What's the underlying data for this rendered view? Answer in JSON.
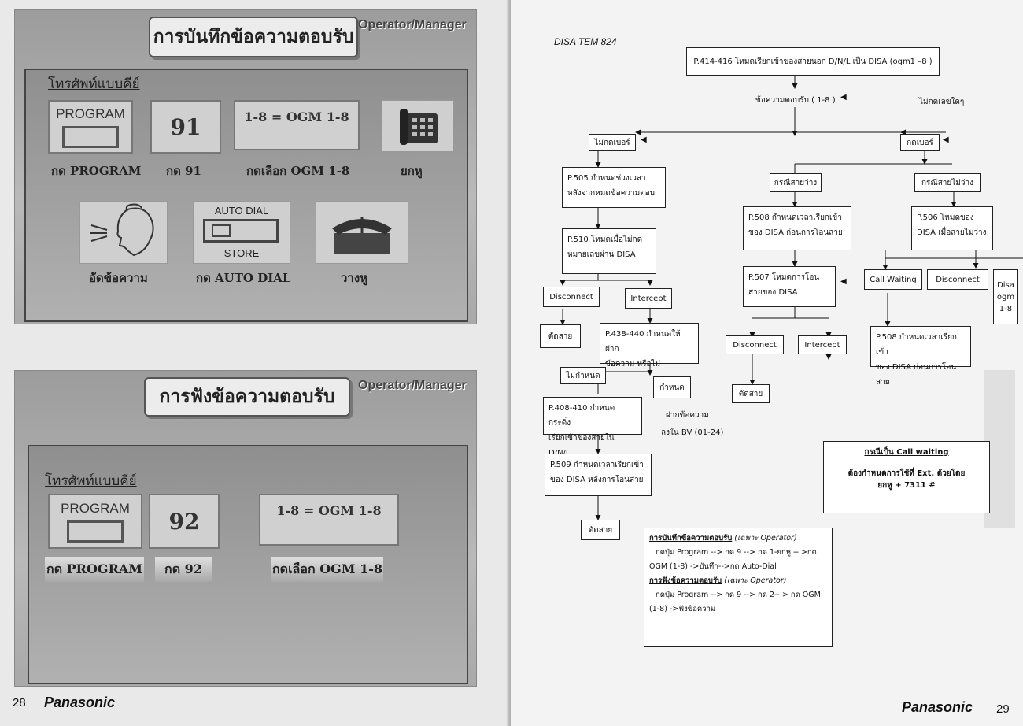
{
  "left": {
    "slide1": {
      "title": "การบันทึกข้อความตอบรับ",
      "role": "Operator/Manager",
      "phone_type": "โทรศัพท์แบบคีย์",
      "keys": {
        "program": "PROGRAM",
        "code": "91",
        "ogm": "1-8 = OGM 1-8"
      },
      "captions": [
        "กด PROGRAM",
        "กด 91",
        "กดเลือก OGM 1-8",
        "ยกหู"
      ],
      "autodial_top": "AUTO DIAL",
      "autodial_bottom": "STORE",
      "captions2": [
        "อัดข้อความ",
        "กด AUTO DIAL",
        "วางหู"
      ]
    },
    "slide2": {
      "title": "การฟังข้อความตอบรับ",
      "role": "Operator/Manager",
      "phone_type": "โทรศัพท์แบบคีย์",
      "keys": {
        "program": "PROGRAM",
        "code": "92",
        "ogm": "1-8  = OGM 1-8"
      },
      "captions": [
        "กด PROGRAM",
        "กด 92",
        "กดเลือก OGM 1-8"
      ]
    },
    "page_number": "28",
    "brand": "Panasonic"
  },
  "right": {
    "heading": "DISA TEM 824",
    "nodes": {
      "p414": "P.414-416 โหมดเรียกเข้าของสายนอก D/N/L เป็น DISA (ogm1 –8 )",
      "answer_msg": "ข้อความตอบรับ ( 1-8 )",
      "no_dial": "ไม่กดเลขใดๆ",
      "no_number": "ไม่กดเบอร์",
      "dial_number": "กดเบอร์",
      "p505_a": "P.505 กำหนดช่วงเวลา",
      "p505_b": "หลังจากหมดข้อความตอบ",
      "line_free": "กรณีสายว่าง",
      "line_busy": "กรณีสายไม่ว่าง",
      "p508a_a": "P.508 กำหนดเวลาเรียกเข้า",
      "p508a_b": "ของ DISA ก่อนการโอนสาย",
      "p506_a": "P.506 โหมดของ",
      "p506_b": "DISA เมื่อสายไม่ว่าง",
      "p510_a": "P.510 โหมดเมื่อไม่กด",
      "p510_b": "หมายเลขผ่าน DISA",
      "p507_a": "P.507 โหมดการโอน",
      "p507_b": "สายของ DISA",
      "call_waiting": "Call Waiting",
      "disconnect_r": "Disconnect",
      "disa_ogm": [
        "Disa",
        "ogm",
        "1-8"
      ],
      "disconnect_l": "Disconnect",
      "intercept_l": "Intercept",
      "cut_l": "ตัดสาย",
      "p438_a": "P.438-440 กำหนดให้ฝาก",
      "p438_b": "ข้อความ หรือไม่",
      "not_set": "ไม่กำหนด",
      "set": "กำหนด",
      "disconnect_m": "Disconnect",
      "intercept_m": "Intercept",
      "cut_m": "ตัดสาย",
      "p508b_a": "P.508 กำหนดเวลาเรียกเข้า",
      "p508b_b": "ของ DISA ก่อนการโอนสาย",
      "leave_msg_a": "ฝากข้อความ",
      "leave_msg_b": "ลงใน BV (01-24)",
      "p408_a": "P.408-410 กำหนดกระดิ่ง",
      "p408_b": "เรียกเข้าของสายใน D/N/L",
      "p509_a": "P.509 กำหนดเวลาเรียกเข้า",
      "p509_b": "ของ DISA หลังการโอนสาย",
      "cut_bottom": "ตัดสาย"
    },
    "cw_note": {
      "title": "กรณีเป็น Call waiting",
      "line1": "ต้องกำหนดการใช้ที่ Ext. ด้วยโดย",
      "line2": "ยกหู + 7311 #"
    },
    "instructions": {
      "rec_title": "การบันทึกข้อความตอบรับ",
      "rec_suffix": "(เฉพาะ Operator)",
      "rec_line1": "กดปุ่ม Program --> กด 9 --> กด 1-ยกหู -- >กด",
      "rec_line2": "OGM (1-8) ->บันทึก-->กด Auto-Dial",
      "play_title": "การฟังข้อความตอบรับ",
      "play_suffix": "(เฉพาะ Operator)",
      "play_line1": "กดปุ่ม Program --> กด 9 --> กด 2-- > กด OGM",
      "play_line2": "(1-8)  ->ฟังข้อความ"
    },
    "page_number": "29",
    "brand": "Panasonic"
  }
}
